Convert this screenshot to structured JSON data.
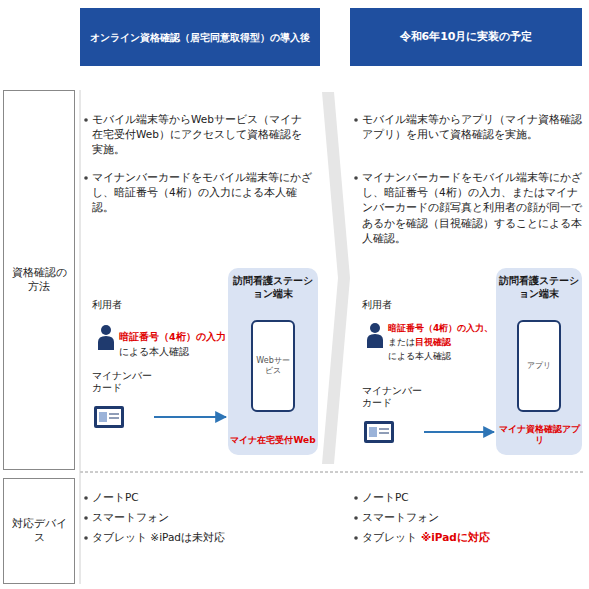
{
  "diagram": {
    "nodes": [
      {
        "text": [
          "オンライン資格確認（居宅同意取得型）の導入後"
        ]
      },
      {
        "text": [
          "令和6年10月に実装の予定"
        ]
      },
      {
        "text": [
          "資格確認の方法"
        ]
      },
      {
        "text": [
          "マイナンバーカード"
        ]
      },
      {
        "text": [
          "訪問看護ステーション端末",
          "マイナ在宅受付Web"
        ]
      },
      {
        "text": [
          "Webサービス"
        ],
        "in": 4
      },
      {
        "text": [
          "マイナンバーカード"
        ]
      },
      {
        "text": [
          "訪問看護ステーション端末",
          "マイナ資格確認アプリ"
        ]
      },
      {
        "text": [
          "アプリ"
        ],
        "in": 7
      },
      {
        "text": [
          "対応デバイス"
        ]
      }
    ],
    "edges": [
      {
        "from": 3,
        "to": 4,
        "arrow": "to"
      },
      {
        "from": 6,
        "to": 7,
        "arrow": "to"
      }
    ],
    "labels": [
      "モバイル端末等からWebサービス（マイナ在宅受付Web）にアクセスして資格確認を実施。",
      "マイナンバーカードをモバイル端末等にかざし、暗証番号（4桁）の入力による本人確認。",
      "利用者",
      "暗証番号（4桁）の入力",
      "による本人確認",
      "モバイル端末等からアプリ（マイナ資格確認アプリ）を用いて資格確認を実施。",
      "マイナンバーカードをモバイル端末等にかざし、暗証番号（4桁）の入力、またはマイナンバーカードの顔写真と利用者の顔が同一であるかを確認（目視確認）することによる本人確認。",
      "利用者",
      "暗証番号（4桁）の入力、",
      "または",
      "目視確認",
      "による本人確認",
      "ノートPC",
      "スマートフォン",
      "タブレット ※iPadは未対応",
      "ノートPC",
      "スマートフォン",
      "タブレット",
      "※iPadに対応"
    ]
  }
}
